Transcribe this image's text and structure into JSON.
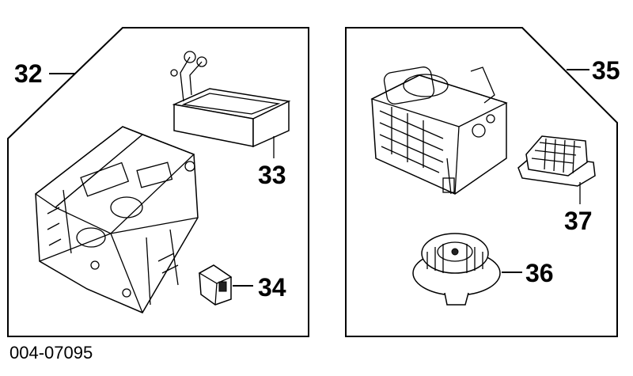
{
  "diagram": {
    "reference_code": "004-07095",
    "callouts": {
      "heater_unit": "32",
      "heater_core": "33",
      "resistor": "34",
      "blower_unit": "35",
      "blower_motor": "36",
      "air_filter": "37"
    }
  }
}
